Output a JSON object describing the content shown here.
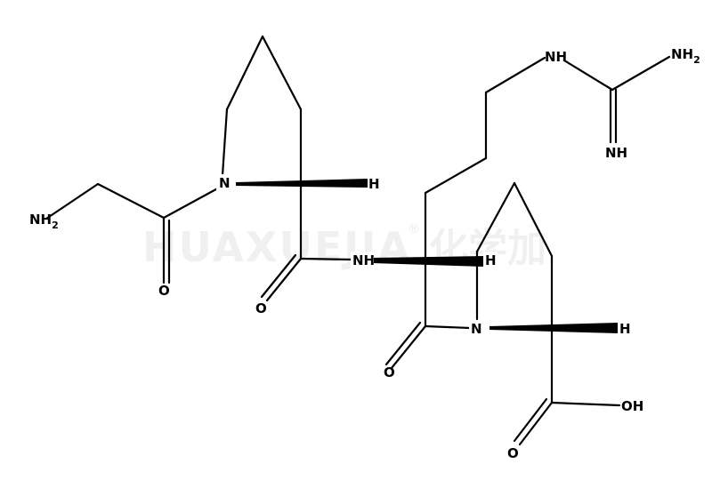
{
  "watermark": {
    "latin": "HUAXUEJIA",
    "registered": "®",
    "chinese": "化学加"
  },
  "atoms": {
    "nh2_left": "NH",
    "nh2_left_sub": "2",
    "n_pro1": "N",
    "h_pro1": "H",
    "o_gly": "O",
    "o_pro1": "O",
    "nh_amide": "NH",
    "h_arg": "H",
    "o_arg": "O",
    "n_pro2": "N",
    "h_pro2": "H",
    "oh_acid": "OH",
    "o_acid": "O",
    "nh_guan": "NH",
    "nh2_guan": "NH",
    "nh2_guan_sub": "2",
    "nh_imine": "NH"
  }
}
